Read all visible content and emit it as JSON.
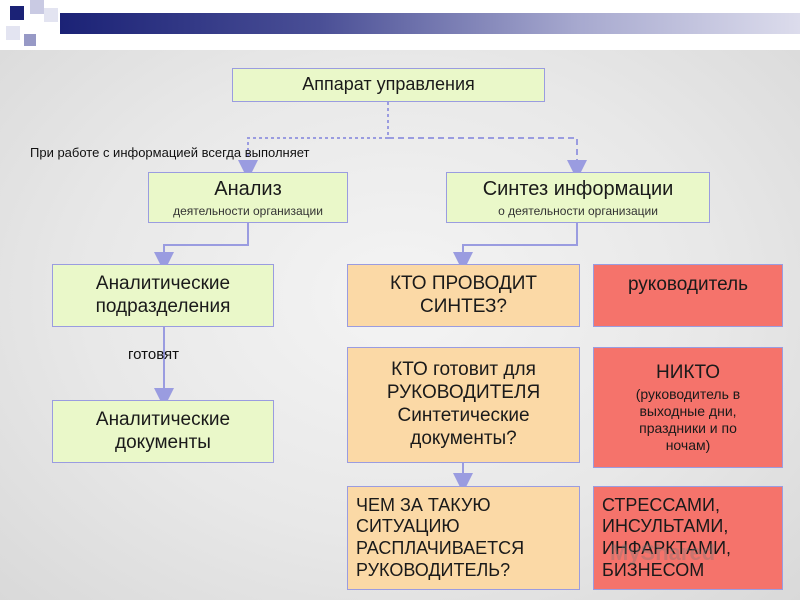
{
  "colors": {
    "accent": "#1b2276",
    "green_box": "#eaf8c9",
    "orange_box": "#fbd9a6",
    "red_box": "#f5736b",
    "box_border": "#9a9ce0",
    "arrow": "#9a9ce0"
  },
  "diagram": {
    "top": {
      "title": "Аппарат управления"
    },
    "note": "При работе с информацией всегда выполняет",
    "analysis": {
      "title": "Анализ",
      "subtitle": "деятельности организации"
    },
    "synthesis": {
      "title": "Синтез информации",
      "subtitle": "о деятельности организации"
    },
    "analytical_units": {
      "line1": "Аналитические",
      "line2": "подразделения"
    },
    "prepare_label": "готовят",
    "analytical_docs": {
      "line1": "Аналитические",
      "line2": "документы"
    },
    "who_synth": {
      "line1": "КТО ПРОВОДИТ",
      "line2": "СИНТЕЗ?"
    },
    "leader": "руководитель",
    "who_prepares": {
      "line1": "КТО готовит для",
      "line2": "РУКОВОДИТЕЛЯ",
      "line3": "Синтетические",
      "line4": "документы?"
    },
    "nobody": {
      "title": "НИКТО",
      "line1": "(руководитель в",
      "line2": "выходные дни,",
      "line3": "праздники и по",
      "line4": "ночам)"
    },
    "who_pays": {
      "line1": "ЧЕМ ЗА ТАКУЮ",
      "line2": "СИТУАЦИЮ",
      "line3": "РАСПЛАЧИВАЕТСЯ",
      "line4": "РУКОВОДИТЕЛЬ?"
    },
    "consequences": {
      "line1": "СТРЕССАМИ,",
      "line2": "ИНСУЛЬТАМИ,",
      "line3": "ИНФАРКТАМИ,",
      "line4": "БИЗНЕСОМ"
    }
  },
  "watermark": "MyShared"
}
